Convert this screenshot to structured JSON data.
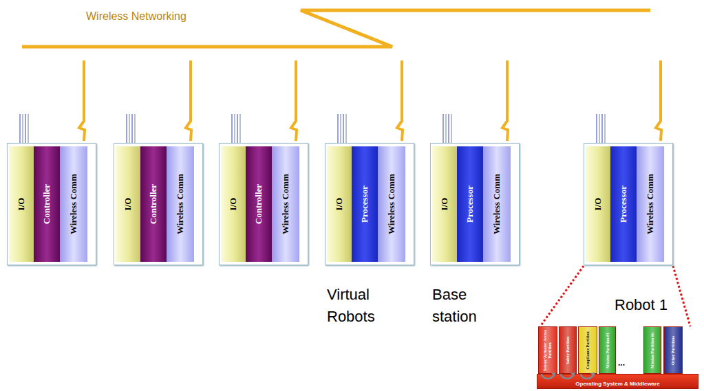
{
  "diagram": {
    "nodes": [
      {
        "text": []
      },
      {
        "text": [
          "I/O"
        ],
        "in": 0
      },
      {
        "text": [
          "Controller"
        ],
        "in": 0
      },
      {
        "text": [
          "Wireless Comm"
        ],
        "in": 0
      },
      {
        "text": []
      },
      {
        "text": [
          "I/O"
        ],
        "in": 4
      },
      {
        "text": [
          "Controller"
        ],
        "in": 4
      },
      {
        "text": [
          "Wireless Comm"
        ],
        "in": 4
      },
      {
        "text": []
      },
      {
        "text": [
          "I/O"
        ],
        "in": 8
      },
      {
        "text": [
          "Controller"
        ],
        "in": 8
      },
      {
        "text": [
          "Wireless Comm"
        ],
        "in": 8
      },
      {
        "text": []
      },
      {
        "text": [
          "I/O"
        ],
        "in": 12
      },
      {
        "text": [
          "Processor"
        ],
        "in": 12
      },
      {
        "text": [
          "Wireless Comm"
        ],
        "in": 12
      },
      {
        "text": []
      },
      {
        "text": [
          "I/O"
        ],
        "in": 16
      },
      {
        "text": [
          "Processor"
        ],
        "in": 16
      },
      {
        "text": [
          "Wireless Comm"
        ],
        "in": 16
      },
      {
        "text": []
      },
      {
        "text": [
          "I/O"
        ],
        "in": 20
      },
      {
        "text": [
          "Processor"
        ],
        "in": 20
      },
      {
        "text": [
          "Wireless Comm"
        ],
        "in": 20
      },
      {
        "text": [
          "Sensor/Actuator Access Partition"
        ]
      },
      {
        "text": [
          "Safety Partition"
        ]
      },
      {
        "text": [
          "Compliance Partition"
        ]
      },
      {
        "text": [
          "Mission Partition #1"
        ]
      },
      {
        "text": [
          "Mission Partition #n"
        ]
      },
      {
        "text": [
          "Other Partitions"
        ]
      },
      {
        "text": [
          "Operating System & Middleware"
        ]
      }
    ],
    "labels": [
      "Wireless Networking",
      "Virtual Robots",
      "Base station",
      "Robot 1",
      "..."
    ]
  }
}
